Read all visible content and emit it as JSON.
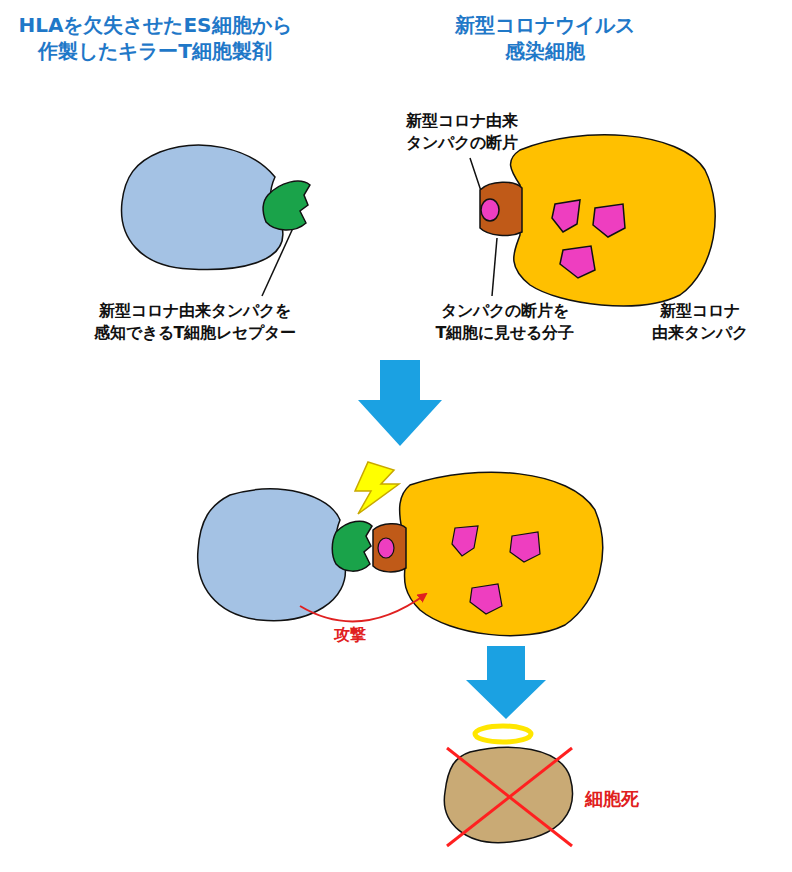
{
  "diagram": {
    "nodes": [
      {
        "text": [
          "HLAを欠失させたES細胞から 作製したキラーT細胞製剤"
        ]
      },
      {
        "text": [
          "新型コロナウイルス 感染細胞"
        ]
      }
    ],
    "labels": [
      "新型コロナ由来タンパクを 感知できるT細胞レセプター",
      "新型コロナ由来 タンパクの断片",
      "タンパクの断片を T細胞に見せる分子",
      "新型コロナ 由来タンパク",
      "攻撃",
      "細胞死"
    ]
  }
}
